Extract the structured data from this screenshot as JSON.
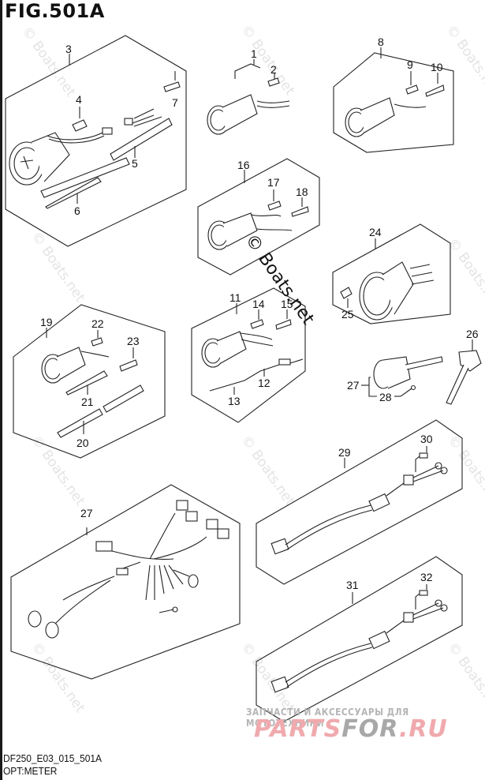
{
  "figure": {
    "title": "FIG.501A",
    "code": "DF250_E03_015_501A",
    "name": "OPT:METER"
  },
  "watermarks": {
    "copyright": "© Boats.net",
    "ru_tagline": "ЗАПЧАСТИ И АКСЕССУАРЫ ДЛЯ МОТОТЕХНИКИ",
    "ru_logo_part1": "PARTS",
    "ru_logo_part2": "FOR",
    "ru_logo_part3": ".RU",
    "colors": {
      "logo_pink": "#f0aaae",
      "logo_gray": "#a8a8a8"
    }
  },
  "callouts": [
    {
      "id": "1",
      "label": "1"
    },
    {
      "id": "2",
      "label": "2"
    },
    {
      "id": "3",
      "label": "3"
    },
    {
      "id": "4",
      "label": "4"
    },
    {
      "id": "5",
      "label": "5"
    },
    {
      "id": "6",
      "label": "6"
    },
    {
      "id": "7",
      "label": "7"
    },
    {
      "id": "8",
      "label": "8"
    },
    {
      "id": "9",
      "label": "9"
    },
    {
      "id": "10",
      "label": "10"
    },
    {
      "id": "11",
      "label": "11"
    },
    {
      "id": "12",
      "label": "12"
    },
    {
      "id": "13",
      "label": "13"
    },
    {
      "id": "14",
      "label": "14"
    },
    {
      "id": "15",
      "label": "15"
    },
    {
      "id": "16",
      "label": "16"
    },
    {
      "id": "17",
      "label": "17"
    },
    {
      "id": "18",
      "label": "18"
    },
    {
      "id": "19",
      "label": "19"
    },
    {
      "id": "20",
      "label": "20"
    },
    {
      "id": "21",
      "label": "21"
    },
    {
      "id": "22",
      "label": "22"
    },
    {
      "id": "23",
      "label": "23"
    },
    {
      "id": "24",
      "label": "24"
    },
    {
      "id": "25",
      "label": "25"
    },
    {
      "id": "26",
      "label": "26"
    },
    {
      "id": "27a",
      "label": "27"
    },
    {
      "id": "28",
      "label": "28"
    },
    {
      "id": "27b",
      "label": "27"
    },
    {
      "id": "29",
      "label": "29"
    },
    {
      "id": "30",
      "label": "30"
    },
    {
      "id": "31",
      "label": "31"
    },
    {
      "id": "32",
      "label": "32"
    }
  ]
}
